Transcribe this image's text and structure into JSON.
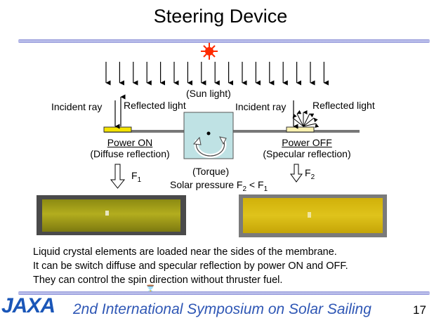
{
  "title": "Steering Device",
  "sun": {
    "label": "(Sun light)",
    "icon": "sun-icon"
  },
  "left": {
    "incident_label": "Incident ray",
    "reflected_label": "Reflected light",
    "power_label": "Power ON",
    "reflection_label": "(Diffuse reflection)",
    "force_label": "F",
    "force_sub": "1",
    "element_color": "#f5e400"
  },
  "right": {
    "incident_label": "Incident ray",
    "reflected_label": "Reflected light",
    "power_label": "Power OFF",
    "reflection_label": "(Specular reflection)",
    "force_label": "F",
    "force_sub": "2",
    "element_color": "#fbf2b0"
  },
  "center": {
    "torque_label": "(Torque)",
    "pressure_prefix": "Solar pressure F",
    "pressure_sub_a": "2",
    "pressure_mid": " < F",
    "pressure_sub_b": "1",
    "box_color": "#bfe2e4"
  },
  "description": [
    "Liquid crystal elements are loaded near the sides of the membrane.",
    "It can be switch diffuse and specular reflection by power ON and OFF.",
    "They can control the spin direction without thruster fuel."
  ],
  "footer": {
    "logo_text": "JAXA",
    "symposium": "2nd International Symposium on Solar Sailing",
    "page_number": "17"
  },
  "colors": {
    "rule": "#8a8fd6",
    "footer_text": "#2f57b5",
    "sun": "#ff2a00"
  }
}
